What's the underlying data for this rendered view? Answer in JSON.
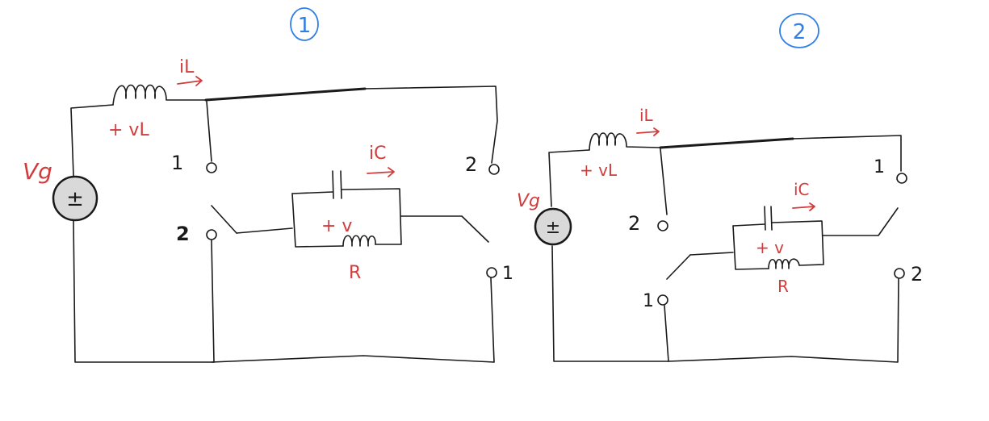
{
  "circuit1": {
    "number": "1",
    "source": "Vg",
    "source_symbol": "±",
    "inductor_current": "iL",
    "inductor_voltage": "+ vL",
    "cap_current": "iC",
    "cap_voltage": "+ v",
    "resistor": "R",
    "switch_left_1": "1",
    "switch_left_2": "2",
    "switch_right_2": "2",
    "switch_right_1": "1"
  },
  "circuit2": {
    "number": "2",
    "source": "Vg",
    "source_symbol": "±",
    "inductor_current": "iL",
    "inductor_voltage": "+ vL",
    "cap_current": "iC",
    "cap_voltage": "+ v",
    "resistor": "R",
    "switch_left_2": "2",
    "switch_left_1": "1",
    "switch_right_1": "1",
    "switch_right_2": "2"
  },
  "colors": {
    "wire": "#1a1a1a",
    "annotation": "#d23c3c",
    "label_circle": "#2f7fe6",
    "source_fill": "#d9d9d9"
  }
}
